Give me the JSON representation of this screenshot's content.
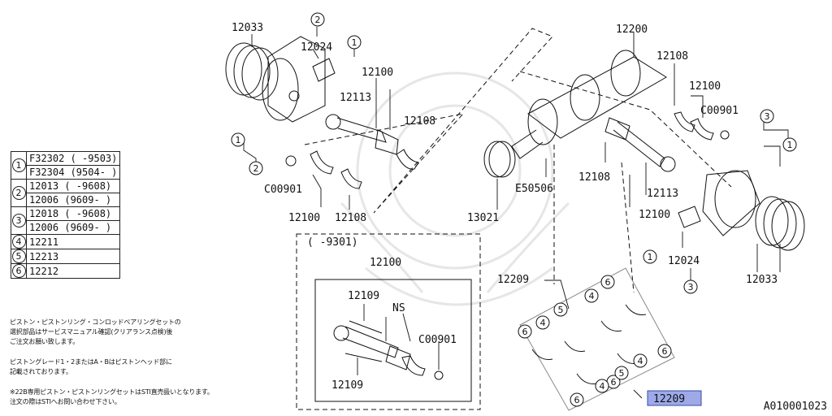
{
  "legend": [
    {
      "num": "1",
      "rows": [
        "F32302 ( -9503)",
        "F32304 (9504- )"
      ]
    },
    {
      "num": "2",
      "rows": [
        "12013 ( -9608)",
        "12006 (9609- )"
      ]
    },
    {
      "num": "3",
      "rows": [
        "12018 ( -9608)",
        "12006 (9609- )"
      ]
    },
    {
      "num": "4",
      "rows": [
        "12211"
      ]
    },
    {
      "num": "5",
      "rows": [
        "12213"
      ]
    },
    {
      "num": "6",
      "rows": [
        "12212"
      ]
    }
  ],
  "notes": [
    "ピストン・ピストンリング・コンロッドベアリングセットの",
    "選択部品はサービスマニュアル確認(クリアランス点検)後",
    "ご注文お願い致します。",
    "ピストングレード1・2またはA・Bはピストンヘッド部に",
    "記載されております。",
    "※22B専用ピストン・ピストンリングセットはSTI直売扱いとなります。",
    "注文の際はSTIへお問い合わせ下さい。"
  ],
  "diagram_code": "A010001023",
  "labels": {
    "p12033_top": "12033",
    "p12024_top": "12024",
    "p12100_top": "12100",
    "p12113_left": "12113",
    "p12108_left": "12108",
    "c00901_left": "C00901",
    "p12100_left": "12100",
    "p12108_left2": "12108",
    "p13021": "13021",
    "e50506": "E50506",
    "p12200": "12200",
    "p12108_right": "12108",
    "p12100_right": "12100",
    "c00901_right": "C00901",
    "p12108_mid": "12108",
    "p12113_right": "12113",
    "p12100_right2": "12100",
    "p12024_right": "12024",
    "p12033_right": "12033",
    "p12209": "12209",
    "p12209_hl": "12209",
    "inset_period": "(   -9301)",
    "inset_12100": "12100",
    "inset_12109a": "12109",
    "inset_ns": "NS",
    "inset_c00901": "C00901",
    "inset_12109b": "12109"
  },
  "callouts": {
    "c2_top": "2",
    "c1_top": "1",
    "c1_left": "1",
    "c2_left": "2",
    "c3_right": "3",
    "c1_right": "1",
    "c1_right2": "1",
    "c3_bottom": "3",
    "b6a": "6",
    "b4a": "4",
    "b5a": "5",
    "b6b": "6",
    "b4b": "4",
    "b6c": "6",
    "b4c": "4",
    "b6d": "6",
    "b4d": "4",
    "b5b": "5",
    "b6e": "6"
  }
}
